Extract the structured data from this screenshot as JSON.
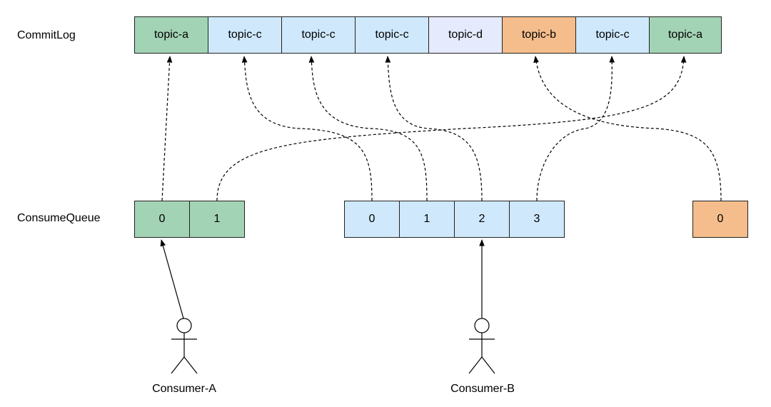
{
  "rows": {
    "commitlog_label": "CommitLog",
    "consumequeue_label": "ConsumeQueue"
  },
  "commitlog": [
    "topic-a",
    "topic-c",
    "topic-c",
    "topic-c",
    "topic-d",
    "topic-b",
    "topic-c",
    "topic-a"
  ],
  "queues": {
    "topic_a": [
      "0",
      "1"
    ],
    "topic_c": [
      "0",
      "1",
      "2",
      "3"
    ],
    "topic_b": [
      "0"
    ]
  },
  "consumers": {
    "a": "Consumer-A",
    "b": "Consumer-B"
  },
  "colors": {
    "topic-a": "#a3d3b5",
    "topic-c": "#cfe8fb",
    "topic-d": "#e5eafc",
    "topic-b": "#f4bd8b"
  }
}
